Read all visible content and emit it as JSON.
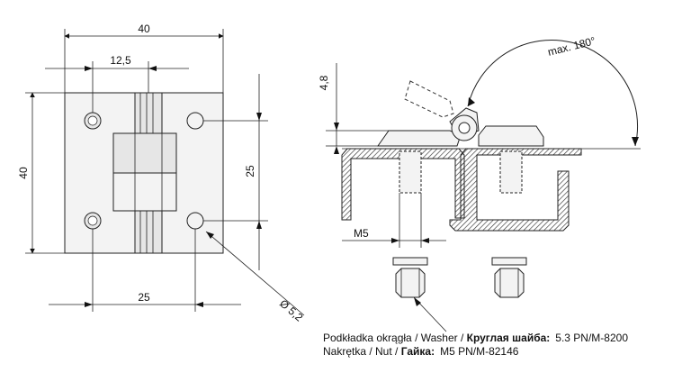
{
  "dimensions": {
    "width_40": "40",
    "offset_12_5": "12,5",
    "height_40": "40",
    "spacing_25_vertical": "25",
    "spacing_25_horizontal": "25",
    "hole_diameter": "Ø 5,2",
    "thickness_4_8": "4,8",
    "screw_m5": "M5",
    "rotation_angle": "max. 180°"
  },
  "parts": {
    "washer_line_1": "Podkładka okrągła / Washer / ",
    "washer_line_1_ru": "Круглая шайба:",
    "washer_code": "5.3 PN/M-8200",
    "nut_line_2": "Nakrętka / Nut / ",
    "nut_line_2_ru": "Гайка:",
    "nut_code": "M5 PN/M-82146"
  },
  "colors": {
    "stroke": "#222222",
    "fill_light": "#f3f3f3",
    "fill_mid": "#e6e6e6",
    "background": "#ffffff"
  }
}
